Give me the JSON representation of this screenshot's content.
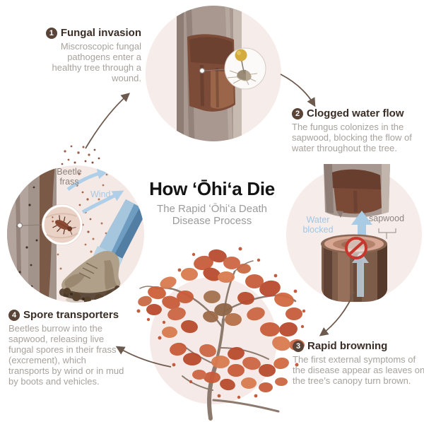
{
  "title": "How ʻŌhiʻa Die",
  "subtitle": "The Rapid ʻŌhiʻa Death Disease Process",
  "steps": [
    {
      "number": "1",
      "heading": "Fungal invasion",
      "body": "Miscroscopic fungal pathogens enter a healthy tree through a wound."
    },
    {
      "number": "2",
      "heading": "Clogged water flow",
      "body": "The fungus colonizes in the sapwood, blocking the flow of water throughout the tree."
    },
    {
      "number": "3",
      "heading": "Rapid browning",
      "body": "The first external symptoms of the disease appear as leaves on the tree’s canopy turn brown."
    },
    {
      "number": "4",
      "heading": "Spore transporters",
      "body": "Beetles burrow into the sapwood, releasing live fungal spores in their frass (excrement), which transports by wind or in mud by boots and vehicles."
    }
  ],
  "illustration_labels": {
    "beetle_frass": "Beetle frass",
    "wind": "Wind",
    "water_blocked": "Water blocked",
    "sapwood": "sapwood"
  },
  "colors": {
    "badge_brown": "#5a4437",
    "body_text_gray": "#a8a29d",
    "accent_light_blue": "#a5c6e0",
    "prohibition_red": "#c8372e",
    "canopy_orange": "#c75c3a",
    "circle_background": "#f6ecea",
    "arrow_brown": "#6d5a4e"
  }
}
